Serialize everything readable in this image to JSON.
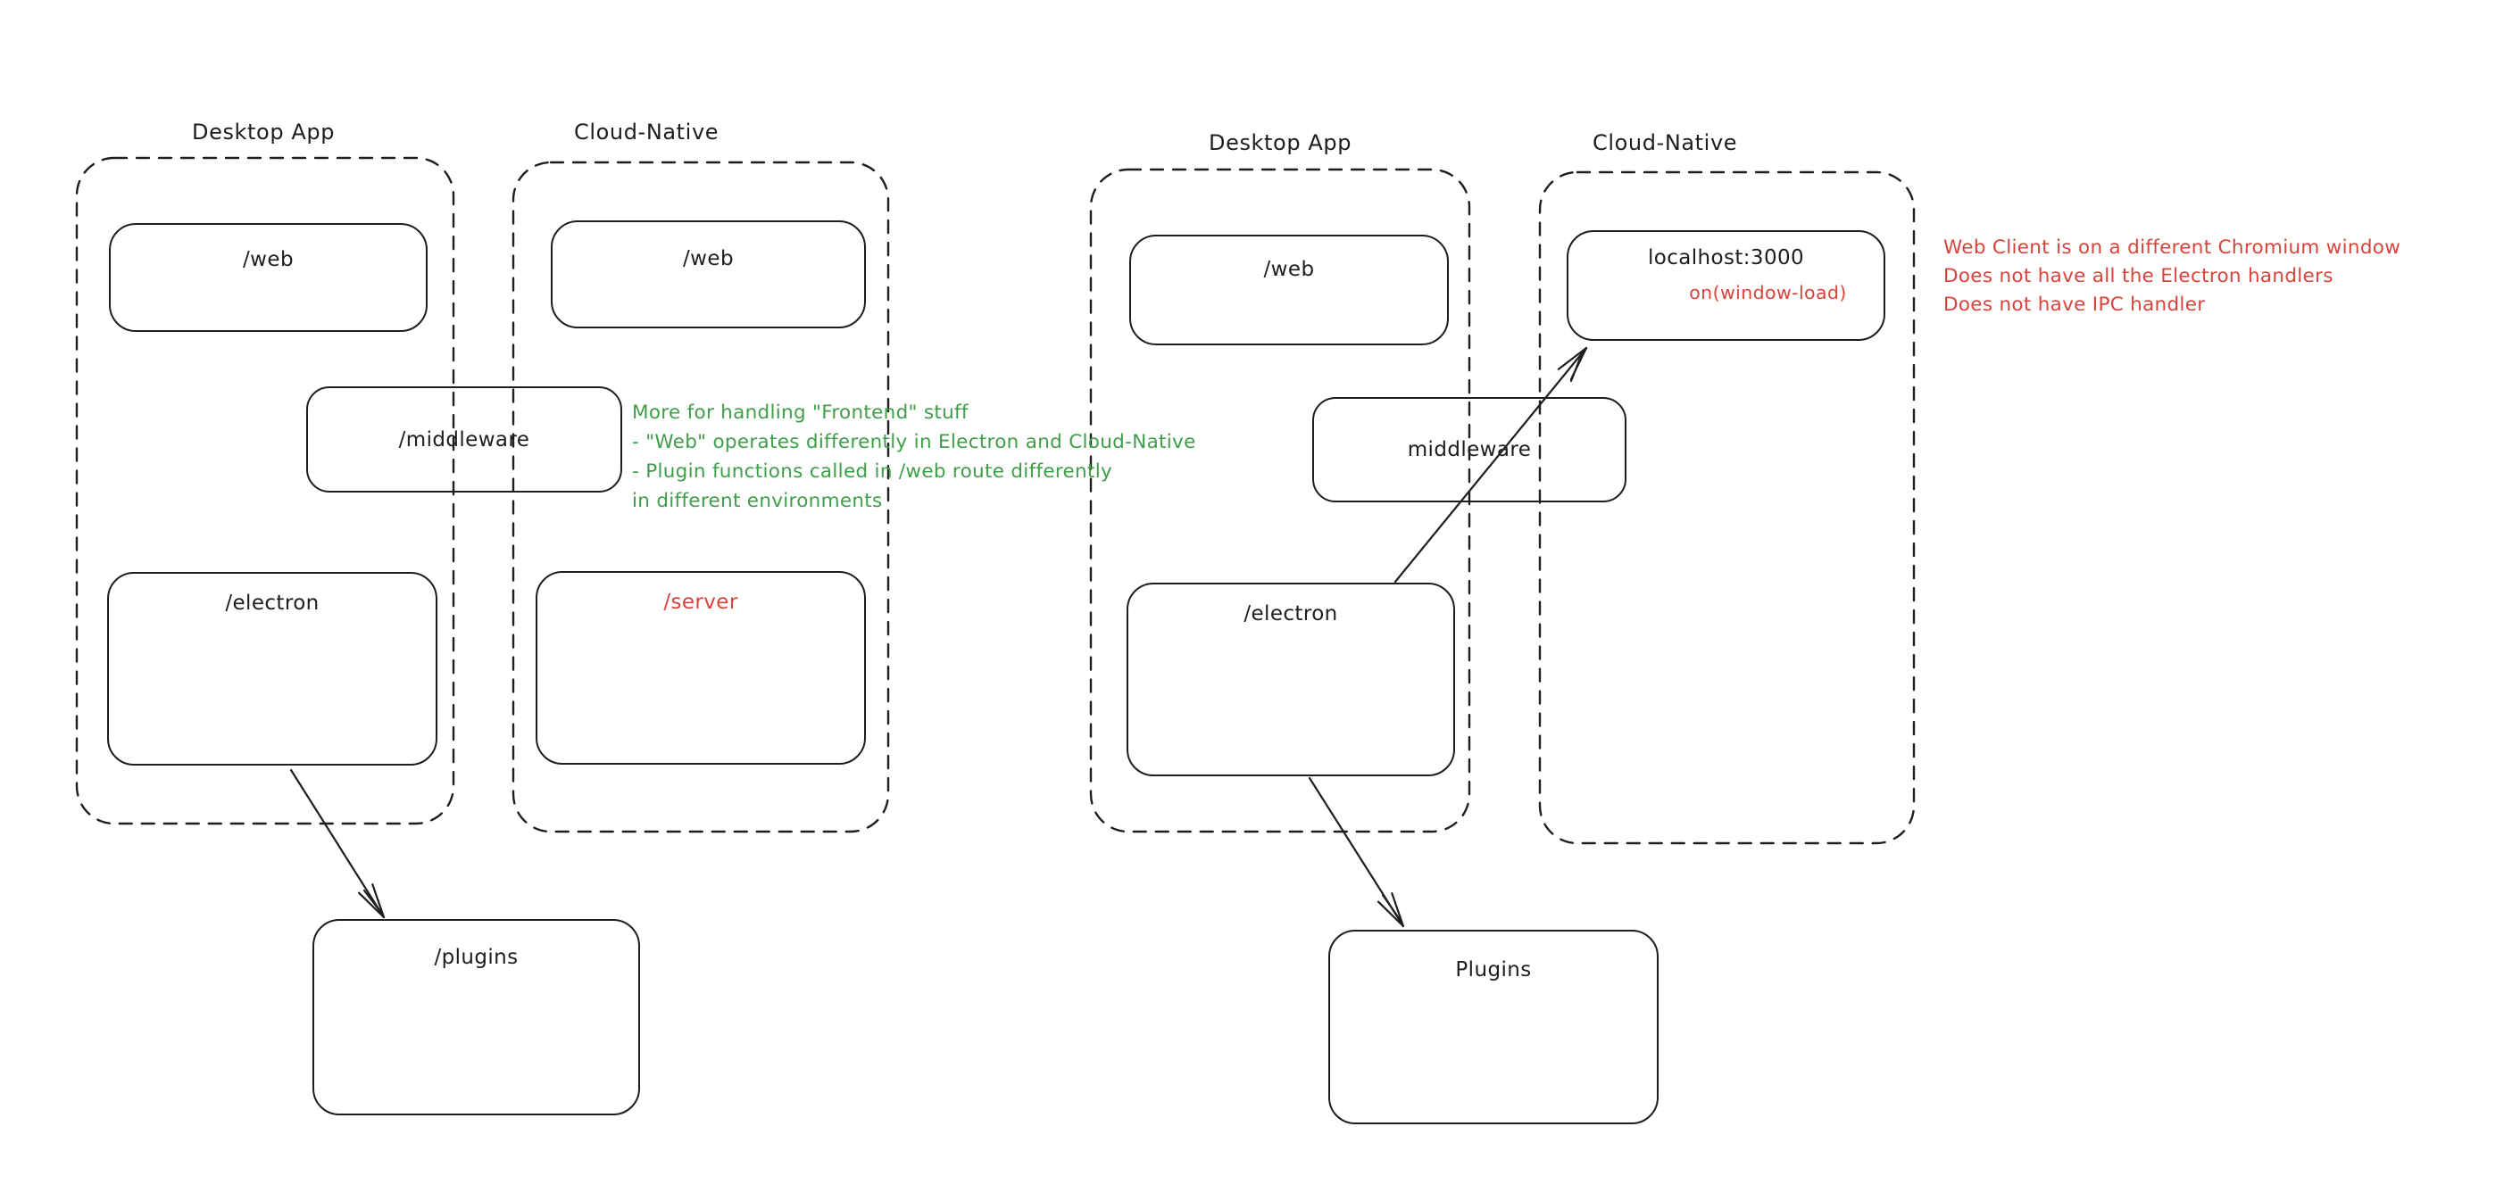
{
  "colors": {
    "stroke": "#1e1e1e",
    "green": "#3f9e49",
    "red": "#d8443c",
    "background": "#ffffff"
  },
  "left": {
    "desktop_label": "Desktop App",
    "cloud_label": "Cloud-Native",
    "desktop_web": "/web",
    "cloud_web": "/web",
    "middleware": "/middleware",
    "electron": "/electron",
    "server": "/server",
    "plugins": "/plugins",
    "note_lines": [
      "More for handling \"Frontend\" stuff",
      "- \"Web\" operates differently in Electron and Cloud-Native",
      "- Plugin functions called in /web route differently",
      "in different environments"
    ]
  },
  "right": {
    "desktop_label": "Desktop App",
    "cloud_label": "Cloud-Native",
    "desktop_web": "/web",
    "localhost_title": "localhost:3000",
    "localhost_event": "on(window-load)",
    "middleware": "middleware",
    "electron": "/electron",
    "plugins": "Plugins",
    "note_lines": [
      "Web Client is on a different Chromium window",
      "Does not have all the Electron handlers",
      "Does not have IPC handler"
    ]
  }
}
